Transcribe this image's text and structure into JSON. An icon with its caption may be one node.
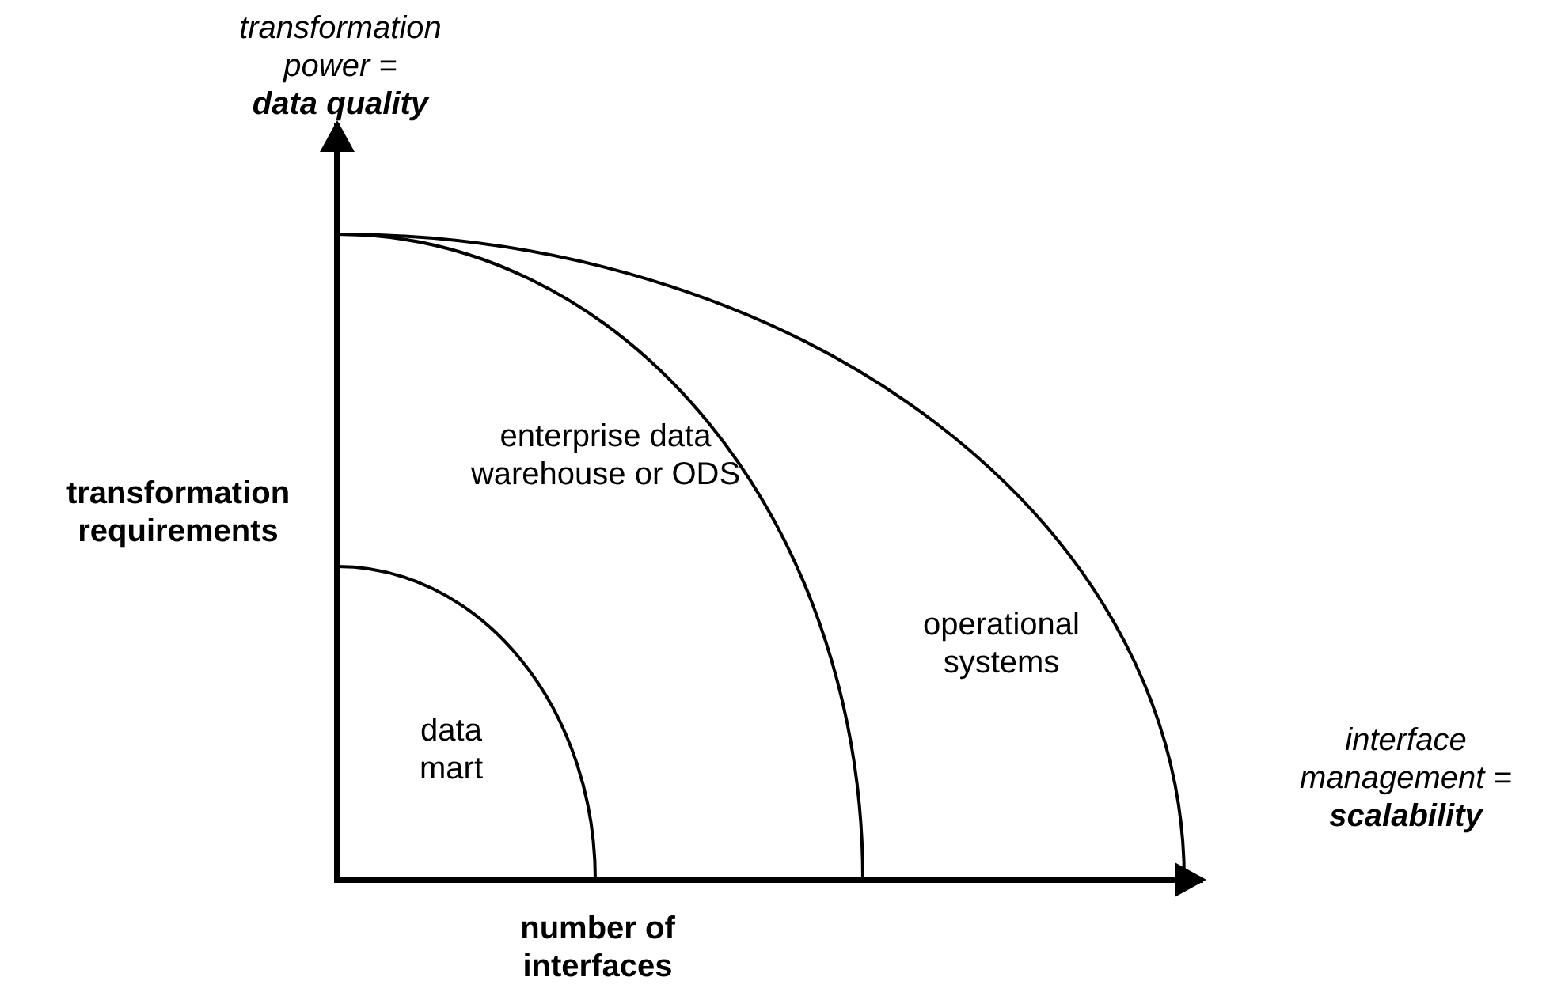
{
  "diagram": {
    "labels": [
      "transformation power = **data quality**",
      "transformation requirements",
      "enterprise data warehouse or ODS",
      "operational systems",
      "data mart",
      "interface management = **scalability**",
      "number of interfaces"
    ]
  }
}
